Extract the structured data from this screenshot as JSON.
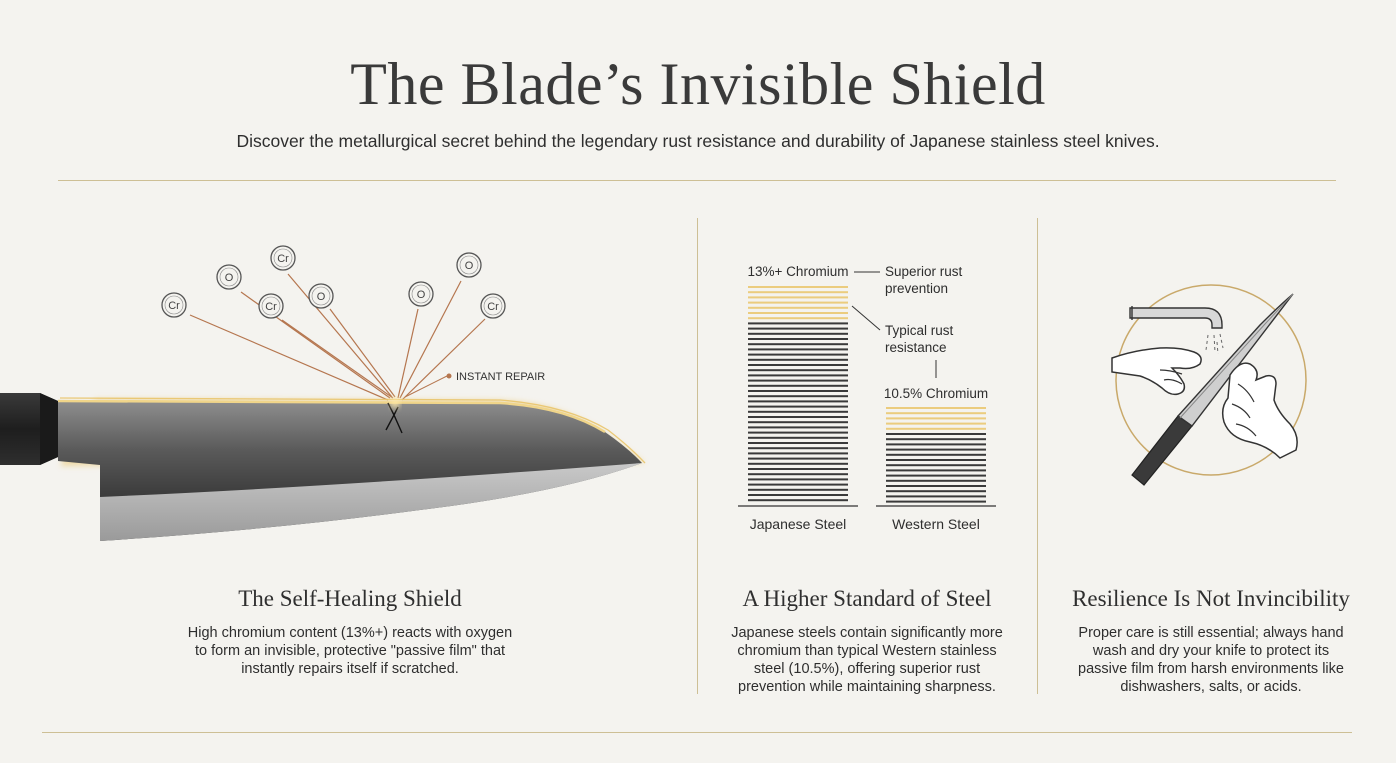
{
  "header": {
    "title": "The Blade’s Invisible Shield",
    "subtitle": "Discover the metallurgical secret behind the legendary rust resistance and durability of Japanese stainless steel knives."
  },
  "knife_diagram": {
    "atoms": [
      {
        "symbol": "Cr"
      },
      {
        "symbol": "O"
      },
      {
        "symbol": "Cr"
      },
      {
        "symbol": "Cr"
      },
      {
        "symbol": "O"
      },
      {
        "symbol": "O"
      },
      {
        "symbol": "O"
      },
      {
        "symbol": "Cr"
      }
    ],
    "repair_label": "INSTANT REPAIR"
  },
  "steel_comparison": {
    "japanese_label": "Japanese Steel",
    "western_label": "Western Steel",
    "japanese_chromium_label": "13%+ Chromium",
    "western_chromium_label": "10.5% Chromium",
    "superior_label_line1": "Superior rust",
    "superior_label_line2": "prevention",
    "typical_label_line1": "Typical rust",
    "typical_label_line2": "resistance"
  },
  "columns": [
    {
      "title": "The Self-Healing Shield",
      "lines": [
        "High chromium content (13%+) reacts with oxygen",
        "to form an invisible, protective \"passive film\" that",
        "instantly repairs itself if scratched."
      ]
    },
    {
      "title": "A Higher Standard of Steel",
      "lines": [
        "Japanese steels contain significantly more",
        "chromium than typical Western stainless",
        "steel (10.5%), offering superior rust",
        "prevention while maintaining sharpness."
      ]
    },
    {
      "title": "Resilience Is Not Invincibility",
      "lines": [
        "Proper care is still essential; always hand",
        "wash and dry your knife to protect its",
        "passive film from harsh environments like",
        "dishwashers, salts, or acids."
      ]
    }
  ],
  "colors": {
    "gold": "#cdbf95",
    "gold_bright": "#e9c46a",
    "steel_dark": "#3a3a3a",
    "accent_line": "#b5764f"
  },
  "icons": [
    "chromium-atom-icon",
    "oxygen-atom-icon",
    "faucet-icon",
    "hand-washing-icon",
    "knife-icon"
  ]
}
